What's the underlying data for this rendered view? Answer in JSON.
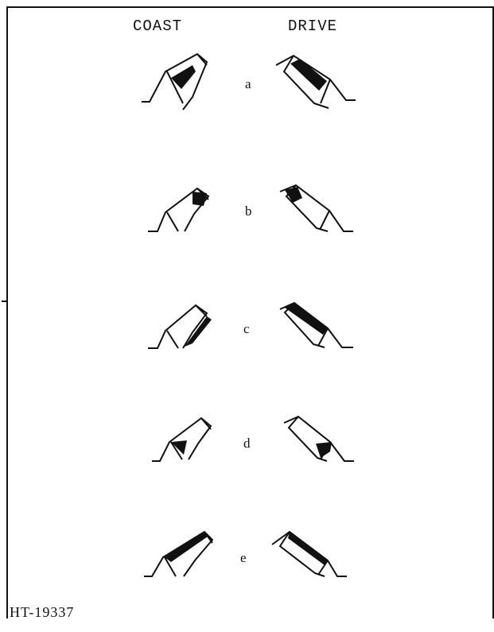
{
  "figure": {
    "columns": {
      "coast": "COAST",
      "drive": "DRIVE"
    },
    "rows": [
      {
        "letter": "a"
      },
      {
        "letter": "b"
      },
      {
        "letter": "c"
      },
      {
        "letter": "d"
      },
      {
        "letter": "e"
      }
    ],
    "figure_code": "HT-19337"
  }
}
